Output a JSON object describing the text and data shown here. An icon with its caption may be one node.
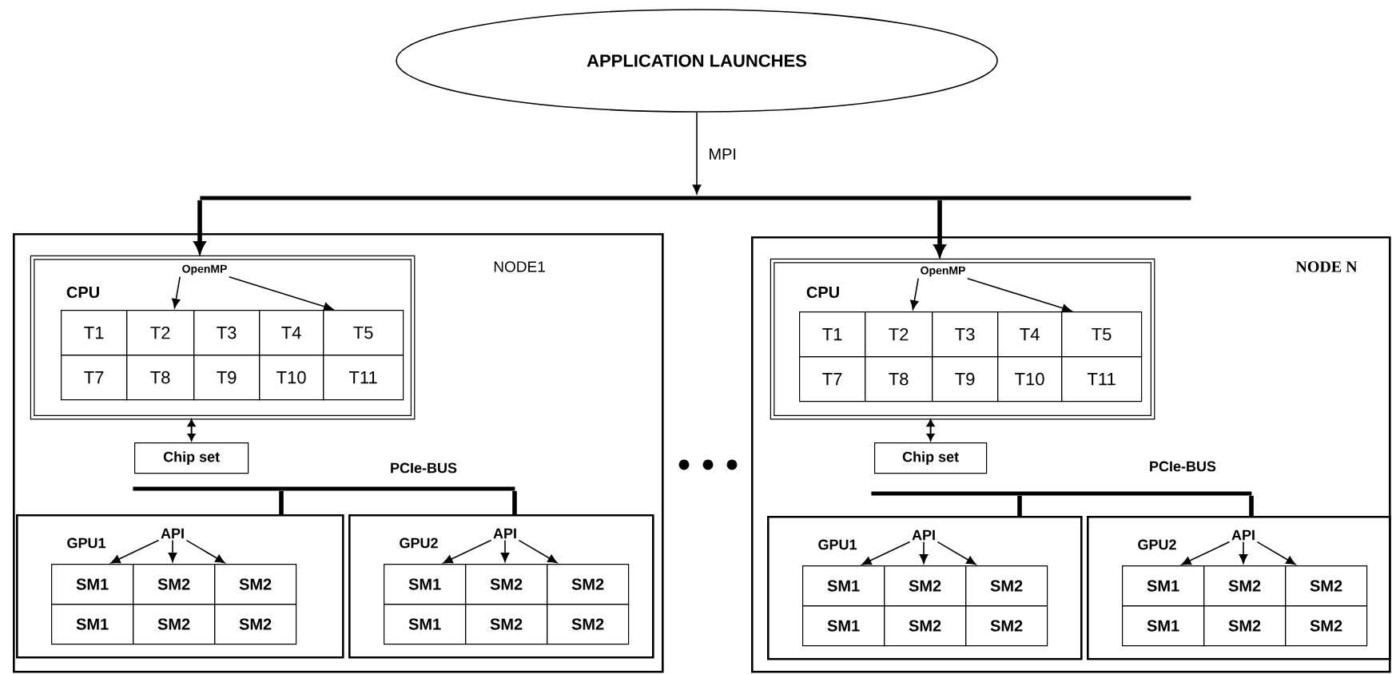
{
  "diagram": {
    "nodes": [
      {
        "text": [
          "APPLICATION LAUNCHES"
        ]
      },
      {
        "text": [],
        "shape": "bar"
      },
      {
        "text": [
          "NODE1"
        ]
      },
      {
        "text": [
          "CPU"
        ],
        "in": 2
      },
      {
        "text": [
          "OpenMP"
        ],
        "in": 3
      },
      {
        "text": [
          "T1"
        ],
        "in": 3
      },
      {
        "text": [
          "T2"
        ],
        "in": 3
      },
      {
        "text": [
          "T3"
        ],
        "in": 3
      },
      {
        "text": [
          "T4"
        ],
        "in": 3
      },
      {
        "text": [
          "T5"
        ],
        "in": 3
      },
      {
        "text": [
          "T7"
        ],
        "in": 3
      },
      {
        "text": [
          "T8"
        ],
        "in": 3
      },
      {
        "text": [
          "T9"
        ],
        "in": 3
      },
      {
        "text": [
          "T10"
        ],
        "in": 3
      },
      {
        "text": [
          "T11"
        ],
        "in": 3
      },
      {
        "text": [
          "Chip set"
        ],
        "in": 2
      },
      {
        "text": [],
        "shape": "bar",
        "beside": [
          "PCIe-BUS"
        ],
        "in": 2
      },
      {
        "text": [
          "GPU1"
        ],
        "in": 2
      },
      {
        "text": [
          "API"
        ],
        "in": 17
      },
      {
        "text": [
          "SM1"
        ],
        "in": 17
      },
      {
        "text": [
          "SM2"
        ],
        "in": 17
      },
      {
        "text": [
          "SM2"
        ],
        "in": 17
      },
      {
        "text": [
          "SM1"
        ],
        "in": 17
      },
      {
        "text": [
          "SM2"
        ],
        "in": 17
      },
      {
        "text": [
          "SM2"
        ],
        "in": 17
      },
      {
        "text": [
          "GPU2"
        ],
        "in": 2
      },
      {
        "text": [
          "API"
        ],
        "in": 25
      },
      {
        "text": [
          "SM1"
        ],
        "in": 25
      },
      {
        "text": [
          "SM2"
        ],
        "in": 25
      },
      {
        "text": [
          "SM2"
        ],
        "in": 25
      },
      {
        "text": [
          "SM1"
        ],
        "in": 25
      },
      {
        "text": [
          "SM2"
        ],
        "in": 25
      },
      {
        "text": [
          "SM2"
        ],
        "in": 25
      },
      {
        "text": [
          "NODE N"
        ]
      },
      {
        "text": [
          "CPU"
        ],
        "in": 33
      },
      {
        "text": [
          "OpenMP"
        ],
        "in": 34
      },
      {
        "text": [
          "T1"
        ],
        "in": 34
      },
      {
        "text": [
          "T2"
        ],
        "in": 34
      },
      {
        "text": [
          "T3"
        ],
        "in": 34
      },
      {
        "text": [
          "T4"
        ],
        "in": 34
      },
      {
        "text": [
          "T5"
        ],
        "in": 34
      },
      {
        "text": [
          "T7"
        ],
        "in": 34
      },
      {
        "text": [
          "T8"
        ],
        "in": 34
      },
      {
        "text": [
          "T9"
        ],
        "in": 34
      },
      {
        "text": [
          "T10"
        ],
        "in": 34
      },
      {
        "text": [
          "T11"
        ],
        "in": 34
      },
      {
        "text": [
          "Chip set"
        ],
        "in": 33
      },
      {
        "text": [],
        "shape": "bar",
        "beside": [
          "PCIe-BUS"
        ],
        "in": 33
      },
      {
        "text": [
          "GPU1"
        ],
        "in": 33
      },
      {
        "text": [
          "API"
        ],
        "in": 48
      },
      {
        "text": [
          "SM1"
        ],
        "in": 48
      },
      {
        "text": [
          "SM2"
        ],
        "in": 48
      },
      {
        "text": [
          "SM2"
        ],
        "in": 48
      },
      {
        "text": [
          "SM1"
        ],
        "in": 48
      },
      {
        "text": [
          "SM2"
        ],
        "in": 48
      },
      {
        "text": [
          "SM2"
        ],
        "in": 48
      },
      {
        "text": [
          "GPU2"
        ],
        "in": 33
      },
      {
        "text": [
          "API"
        ],
        "in": 56
      },
      {
        "text": [
          "SM1"
        ],
        "in": 56
      },
      {
        "text": [
          "SM2"
        ],
        "in": 56
      },
      {
        "text": [
          "SM2"
        ],
        "in": 56
      },
      {
        "text": [
          "SM1"
        ],
        "in": 56
      },
      {
        "text": [
          "SM2"
        ],
        "in": 56
      },
      {
        "text": [
          "SM2"
        ],
        "in": 56
      }
    ],
    "edges": [
      {
        "from": 0,
        "to": 1,
        "arrow": "to",
        "label": "MPI"
      },
      {
        "from": 1,
        "to": 3,
        "arrow": "to",
        "style": "thick"
      },
      {
        "from": 1,
        "to": 34,
        "arrow": "to",
        "style": "thick"
      },
      {
        "from": 4,
        "to": 6,
        "arrow": "to"
      },
      {
        "from": 4,
        "to": 9,
        "arrow": "to"
      },
      {
        "from": 15,
        "to": 3,
        "arrow": "both"
      },
      {
        "from": 16,
        "to": 17,
        "arrow": "none",
        "style": "thick"
      },
      {
        "from": 16,
        "to": 25,
        "arrow": "none",
        "style": "thick"
      },
      {
        "from": 18,
        "to": 19,
        "arrow": "to"
      },
      {
        "from": 18,
        "to": 20,
        "arrow": "to"
      },
      {
        "from": 18,
        "to": 21,
        "arrow": "to"
      },
      {
        "from": 26,
        "to": 27,
        "arrow": "to"
      },
      {
        "from": 26,
        "to": 28,
        "arrow": "to"
      },
      {
        "from": 26,
        "to": 29,
        "arrow": "to"
      },
      {
        "from": 35,
        "to": 37,
        "arrow": "to"
      },
      {
        "from": 35,
        "to": 40,
        "arrow": "to"
      },
      {
        "from": 46,
        "to": 34,
        "arrow": "both"
      },
      {
        "from": 47,
        "to": 48,
        "arrow": "none",
        "style": "thick"
      },
      {
        "from": 47,
        "to": 56,
        "arrow": "none",
        "style": "thick"
      },
      {
        "from": 49,
        "to": 50,
        "arrow": "to"
      },
      {
        "from": 49,
        "to": 51,
        "arrow": "to"
      },
      {
        "from": 49,
        "to": 52,
        "arrow": "to"
      },
      {
        "from": 57,
        "to": 58,
        "arrow": "to"
      },
      {
        "from": 57,
        "to": 59,
        "arrow": "to"
      },
      {
        "from": 57,
        "to": 60,
        "arrow": "to"
      }
    ]
  }
}
